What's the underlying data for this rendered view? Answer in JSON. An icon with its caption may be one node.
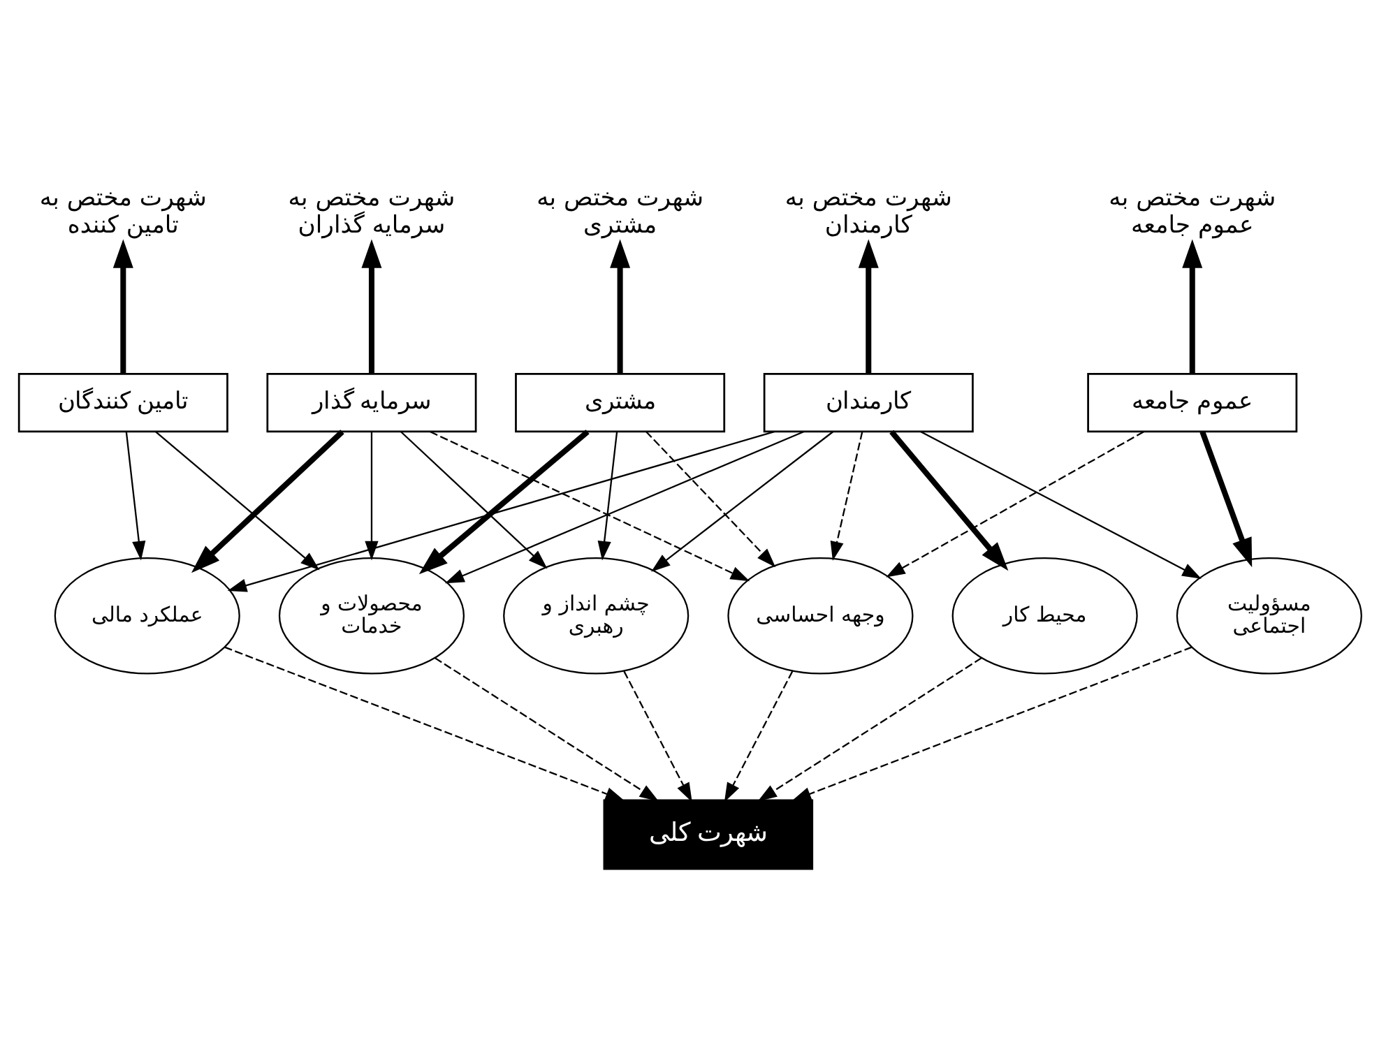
{
  "diagram": {
    "nodes": [
      {
        "text": [
          "شهرت مختص به مشتری"
        ]
      },
      {
        "text": [
          "شهرت مختص به سرمایه گذاران"
        ]
      },
      {
        "text": [
          "شهرت مختص به کارمندان"
        ]
      },
      {
        "text": [
          "شهرت مختص به تامین کننده"
        ]
      },
      {
        "text": [
          "شهرت مختص به عموم جامعه"
        ]
      },
      {
        "text": [
          "مشتری"
        ]
      },
      {
        "text": [
          "سرمایه گذار"
        ]
      },
      {
        "text": [
          "کارمندان"
        ]
      },
      {
        "text": [
          "تامین کنندگان"
        ]
      },
      {
        "text": [
          "عموم جامعه"
        ]
      },
      {
        "text": [
          "وجهه احساسی"
        ]
      },
      {
        "text": [
          "محصولات و خدمات"
        ]
      },
      {
        "text": [
          "چشم انداز و رهبری"
        ]
      },
      {
        "text": [
          "عملکرد مالی"
        ]
      },
      {
        "text": [
          "محیط کار"
        ]
      },
      {
        "text": [
          "مسؤولیت اجتماعی"
        ]
      },
      {
        "text": [
          "شهرت کلی"
        ]
      }
    ],
    "edges": [
      {
        "from": 5,
        "to": 0,
        "arrow": "to",
        "style": "thick"
      },
      {
        "from": 6,
        "to": 1,
        "arrow": "to",
        "style": "thick"
      },
      {
        "from": 7,
        "to": 2,
        "arrow": "to",
        "style": "thick"
      },
      {
        "from": 8,
        "to": 3,
        "arrow": "to",
        "style": "thick"
      },
      {
        "from": 9,
        "to": 4,
        "arrow": "to",
        "style": "thick"
      },
      {
        "from": 5,
        "to": 10,
        "arrow": "to",
        "style": "dashed"
      },
      {
        "from": 5,
        "to": 11,
        "arrow": "to",
        "style": "thick"
      },
      {
        "from": 5,
        "to": 12,
        "arrow": "to"
      },
      {
        "from": 6,
        "to": 10,
        "arrow": "to",
        "style": "dashed"
      },
      {
        "from": 6,
        "to": 11,
        "arrow": "to"
      },
      {
        "from": 6,
        "to": 12,
        "arrow": "to"
      },
      {
        "from": 6,
        "to": 13,
        "arrow": "to",
        "style": "thick"
      },
      {
        "from": 7,
        "to": 10,
        "arrow": "to",
        "style": "dashed"
      },
      {
        "from": 7,
        "to": 11,
        "arrow": "to"
      },
      {
        "from": 7,
        "to": 12,
        "arrow": "to"
      },
      {
        "from": 7,
        "to": 13,
        "arrow": "to"
      },
      {
        "from": 7,
        "to": 14,
        "arrow": "to",
        "style": "thick"
      },
      {
        "from": 7,
        "to": 15,
        "arrow": "to"
      },
      {
        "from": 8,
        "to": 11,
        "arrow": "to"
      },
      {
        "from": 8,
        "to": 13,
        "arrow": "to"
      },
      {
        "from": 9,
        "to": 10,
        "arrow": "to",
        "style": "dashed"
      },
      {
        "from": 9,
        "to": 15,
        "arrow": "to",
        "style": "thick"
      },
      {
        "from": 10,
        "to": 16,
        "arrow": "to",
        "style": "dashed"
      },
      {
        "from": 11,
        "to": 16,
        "arrow": "to",
        "style": "dashed"
      },
      {
        "from": 12,
        "to": 16,
        "arrow": "to",
        "style": "dashed"
      },
      {
        "from": 13,
        "to": 16,
        "arrow": "to",
        "style": "dashed"
      },
      {
        "from": 14,
        "to": 16,
        "arrow": "to",
        "style": "dashed"
      },
      {
        "from": 15,
        "to": 16,
        "arrow": "to",
        "style": "dashed"
      }
    ]
  }
}
